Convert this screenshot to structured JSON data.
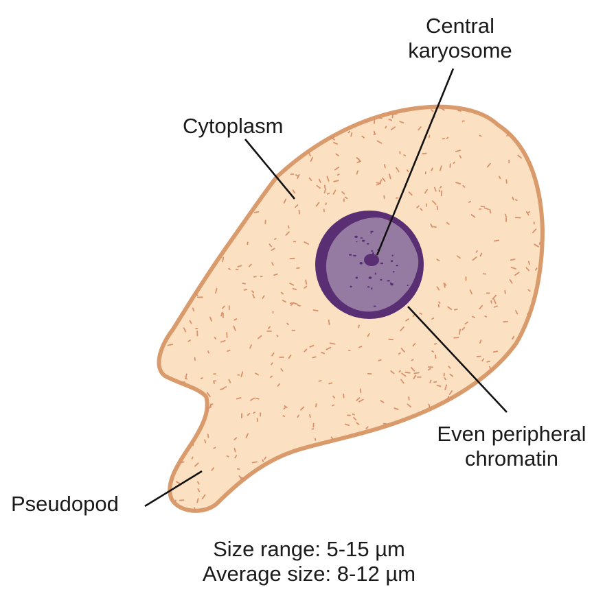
{
  "labels": {
    "central_karyosome": [
      "Central",
      "karyosome"
    ],
    "cytoplasm": "Cytoplasm",
    "even_peripheral_chromatin": [
      "Even peripheral",
      "chromatin"
    ],
    "pseudopod": "Pseudopod"
  },
  "caption": {
    "size_range": "Size range: 5-15 µm",
    "average_size": "Average size: 8-12 µm"
  },
  "colors": {
    "cytoplasm_fill": "#fbe0c2",
    "cell_outline": "#d99a6c",
    "granules": "#d9906a",
    "nucleus_ring": "#5a2e72",
    "nucleus_inner": "#957aa2",
    "leader_lines": "#111111",
    "text": "#1a1a1a"
  }
}
